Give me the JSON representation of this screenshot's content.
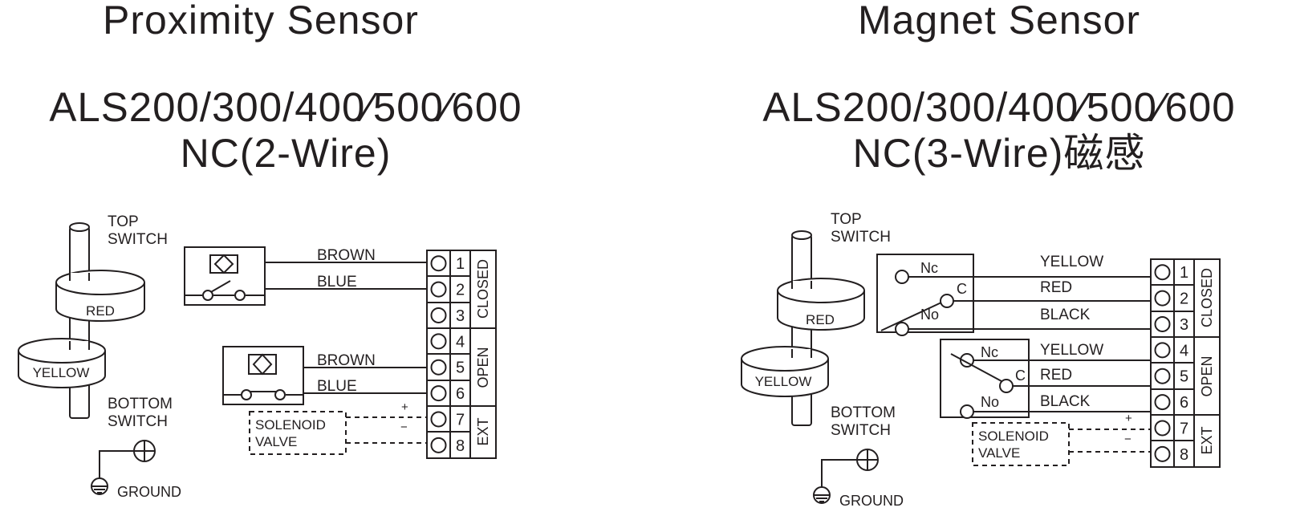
{
  "left": {
    "title": "Proximity Sensor",
    "model": "ALS200/300/400∕500∕600",
    "mode": "NC(2-Wire)",
    "top_switch": [
      "TOP",
      "SWITCH"
    ],
    "bottom_switch": [
      "BOTTOM",
      "SWITCH"
    ],
    "cam_top": "RED",
    "cam_bottom": "YELLOW",
    "ground": "GROUND",
    "wires_top": [
      "BROWN",
      "BLUE"
    ],
    "wires_bottom": [
      "BROWN",
      "BLUE"
    ],
    "solenoid": [
      "SOLENOID",
      "VALVE"
    ],
    "plus": "+",
    "minus": "−",
    "terminals": [
      "1",
      "2",
      "3",
      "4",
      "5",
      "6",
      "7",
      "8"
    ],
    "groups": [
      "CLOSED",
      "OPEN",
      "EXT"
    ]
  },
  "right": {
    "title": "Magnet Sensor",
    "model": "ALS200/300/400∕500∕600",
    "mode": "NC(3-Wire)磁感",
    "top_switch": [
      "TOP",
      "SWITCH"
    ],
    "bottom_switch": [
      "BOTTOM",
      "SWITCH"
    ],
    "cam_top": "RED",
    "cam_bottom": "YELLOW",
    "ground": "GROUND",
    "contacts": [
      "Nc",
      "C",
      "No"
    ],
    "wires_top": [
      "YELLOW",
      "RED",
      "BLACK"
    ],
    "wires_bottom": [
      "YELLOW",
      "RED",
      "BLACK"
    ],
    "solenoid": [
      "SOLENOID",
      "VALVE"
    ],
    "plus": "+",
    "minus": "−",
    "terminals": [
      "1",
      "2",
      "3",
      "4",
      "5",
      "6",
      "7",
      "8"
    ],
    "groups": [
      "CLOSED",
      "OPEN",
      "EXT"
    ]
  }
}
